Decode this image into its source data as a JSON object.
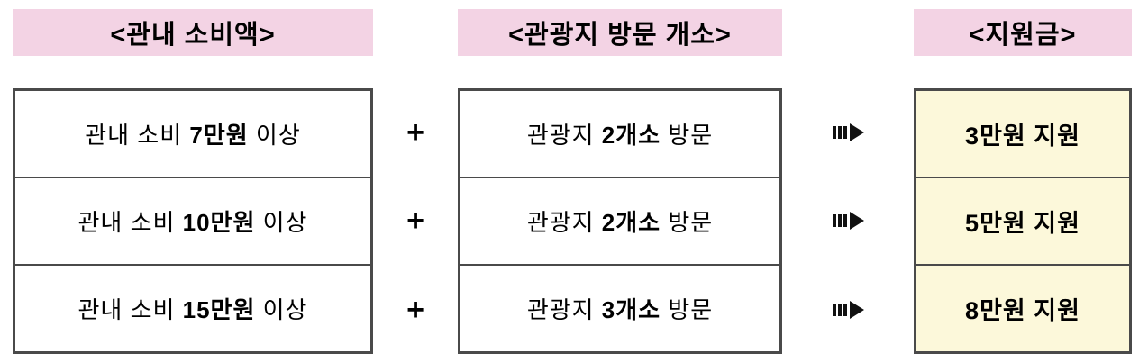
{
  "headers": {
    "consumption": "<관내 소비액>",
    "visits": "<관광지 방문 개소>",
    "support": "<지원금>"
  },
  "connector": {
    "plus": "+",
    "arrow_icon": "dashed-right-arrow"
  },
  "rows": [
    {
      "consumption": {
        "prefix": "관내 소비 ",
        "bold": "7만원",
        "suffix": " 이상"
      },
      "visits": {
        "prefix": "관광지 ",
        "bold": "2개소",
        "suffix": " 방문"
      },
      "support": "3만원 지원"
    },
    {
      "consumption": {
        "prefix": "관내 소비 ",
        "bold": "10만원",
        "suffix": " 이상"
      },
      "visits": {
        "prefix": "관광지 ",
        "bold": "2개소",
        "suffix": " 방문"
      },
      "support": "5만원 지원"
    },
    {
      "consumption": {
        "prefix": "관내 소비 ",
        "bold": "15만원",
        "suffix": " 이상"
      },
      "visits": {
        "prefix": "관광지 ",
        "bold": "3개소",
        "suffix": " 방문"
      },
      "support": "8만원 지원"
    }
  ],
  "colors": {
    "header_bg": "#f3d3e4",
    "support_bg": "#fcf8da",
    "border_color": "#4a4a4a",
    "arrow_color": "#111111"
  }
}
